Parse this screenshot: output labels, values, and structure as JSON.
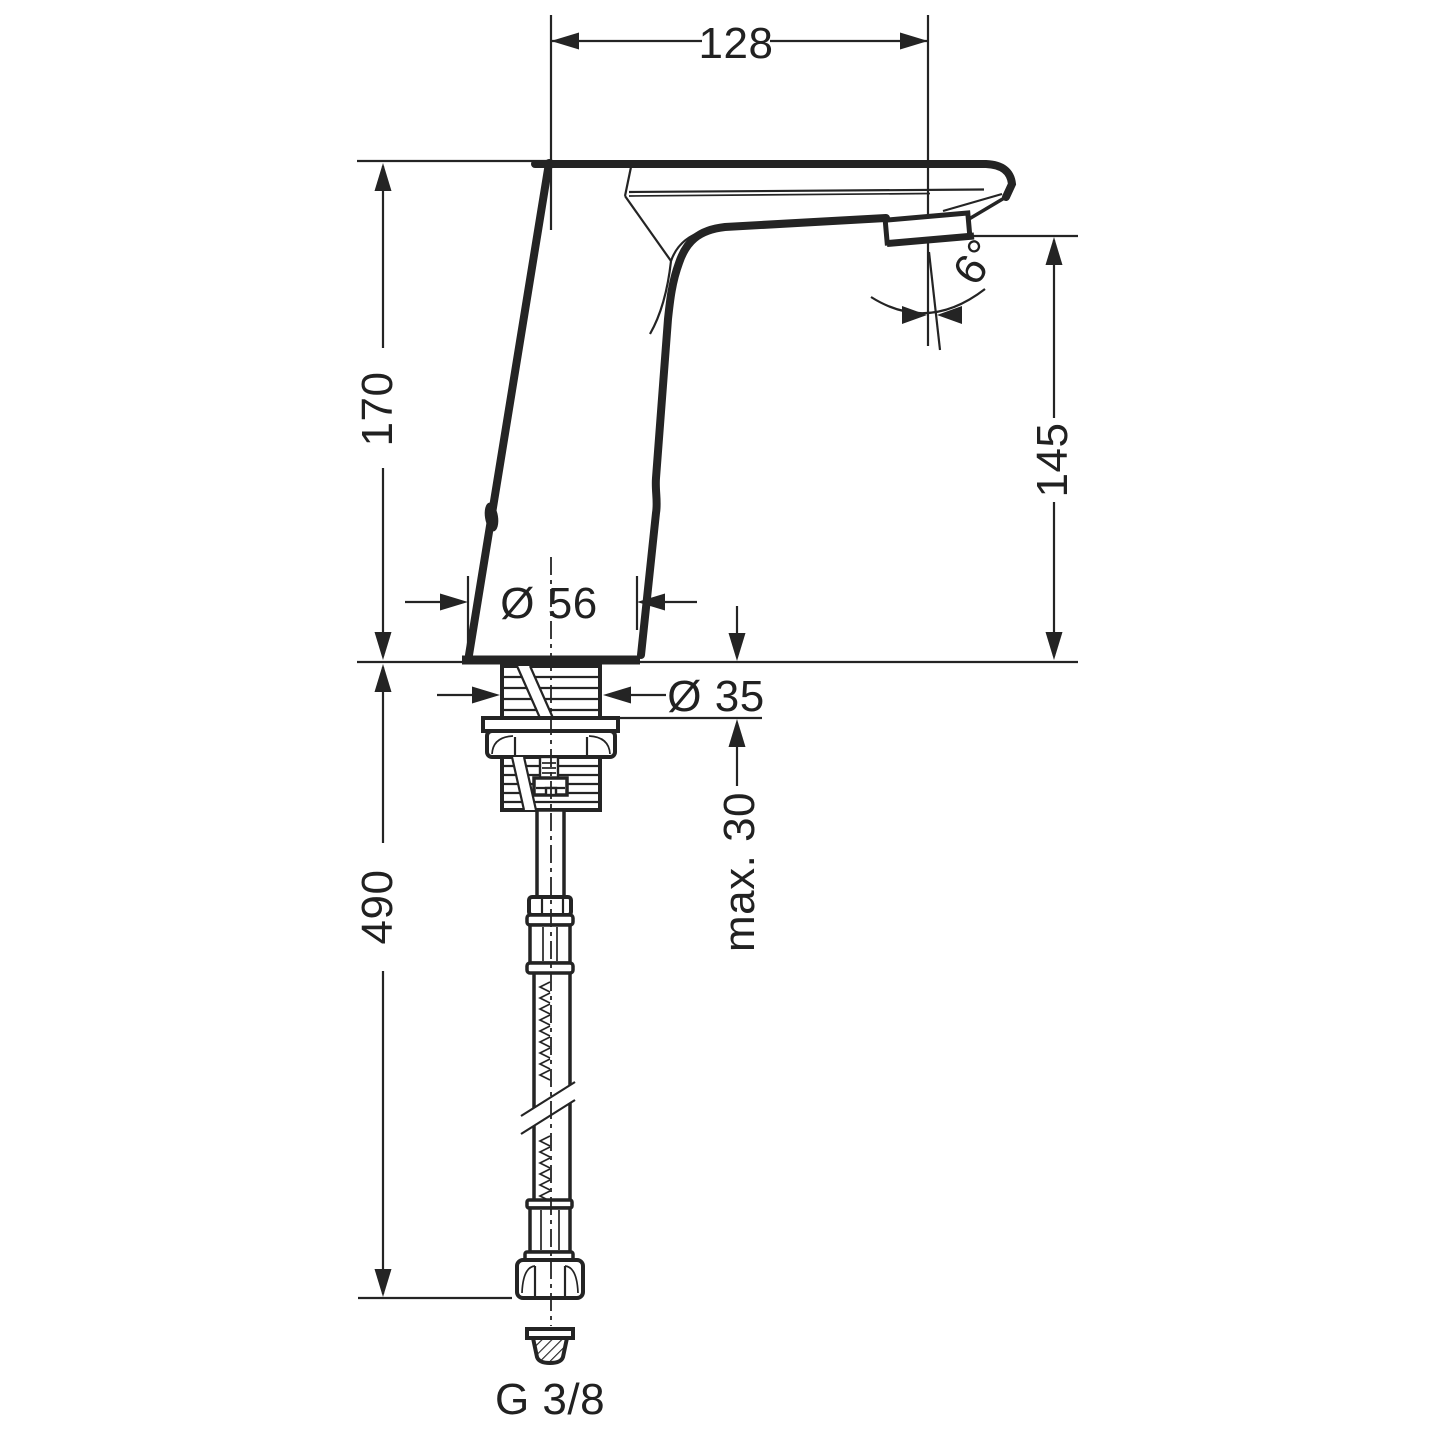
{
  "drawing": {
    "background": "#ffffff",
    "line_color": "#242424",
    "labels": {
      "spout_reach": "128",
      "body_height": "170",
      "spray_angle": "6°",
      "outlet_height": "145",
      "base_diameter": "Ø 56",
      "shank_diameter": "Ø 35",
      "max_deck_thickness": "max. 30",
      "supply_hose_length": "490",
      "connection_thread": "G 3/8"
    }
  }
}
